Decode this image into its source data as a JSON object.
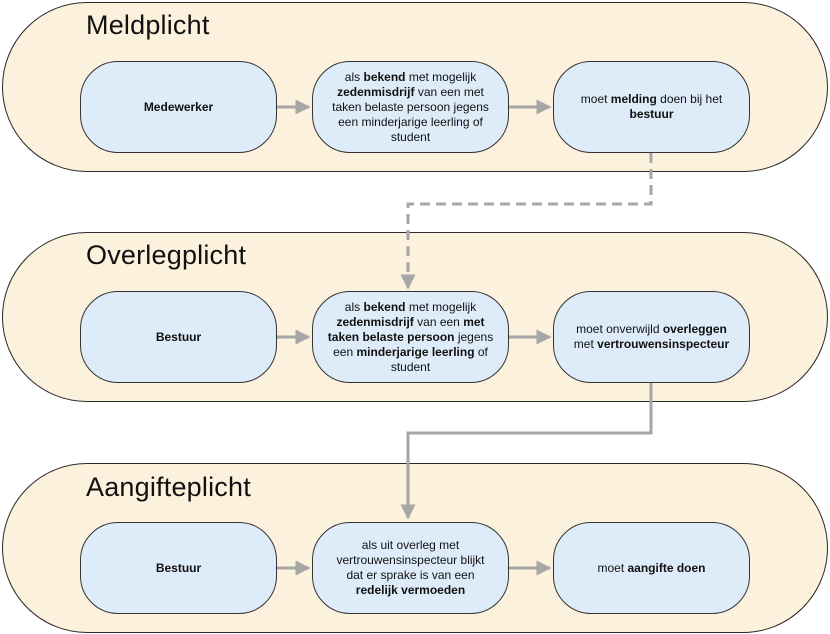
{
  "lanes": [
    {
      "title": "Meldplicht",
      "boxes": [
        [
          {
            "t": "Medewerker",
            "b": true
          }
        ],
        [
          {
            "t": "als ",
            "b": false
          },
          {
            "t": "bekend",
            "b": true
          },
          {
            "t": " met mogelijk ",
            "b": false
          },
          {
            "t": "zedenmisdrijf",
            "b": true
          },
          {
            "t": " van een met taken belaste persoon jegens een minderjarige leerling of student",
            "b": false
          }
        ],
        [
          {
            "t": "moet ",
            "b": false
          },
          {
            "t": "melding",
            "b": true
          },
          {
            "t": " doen bij het ",
            "b": false
          },
          {
            "t": "bestuur",
            "b": true
          }
        ]
      ]
    },
    {
      "title": "Overlegplicht",
      "boxes": [
        [
          {
            "t": "Bestuur",
            "b": true
          }
        ],
        [
          {
            "t": "als ",
            "b": false
          },
          {
            "t": "bekend",
            "b": true
          },
          {
            "t": " met mogelijk ",
            "b": false
          },
          {
            "t": "zedenmisdrijf",
            "b": true
          },
          {
            "t": " van een ",
            "b": false
          },
          {
            "t": "met taken belaste persoon",
            "b": true
          },
          {
            "t": " jegens een ",
            "b": false
          },
          {
            "t": "minderjarige leerling",
            "b": true
          },
          {
            "t": " of student",
            "b": false
          }
        ],
        [
          {
            "t": "moet onverwijld ",
            "b": false
          },
          {
            "t": "overleggen",
            "b": true
          },
          {
            "t": " met ",
            "b": false
          },
          {
            "t": "vertrouwensinspecteur",
            "b": true
          }
        ]
      ]
    },
    {
      "title": "Aangifteplicht",
      "boxes": [
        [
          {
            "t": "Bestuur",
            "b": true
          }
        ],
        [
          {
            "t": "als uit overleg met vertrouwensinspecteur blijkt dat er sprake is van een ",
            "b": false
          },
          {
            "t": "redelijk vermoeden",
            "b": true
          }
        ],
        [
          {
            "t": "moet ",
            "b": false
          },
          {
            "t": "aangifte doen",
            "b": true
          }
        ]
      ]
    }
  ],
  "colors": {
    "lane_fill": "#fcf1dc",
    "box_fill": "#deecf9",
    "border": "#333333",
    "connector": "#a6a6a6"
  }
}
